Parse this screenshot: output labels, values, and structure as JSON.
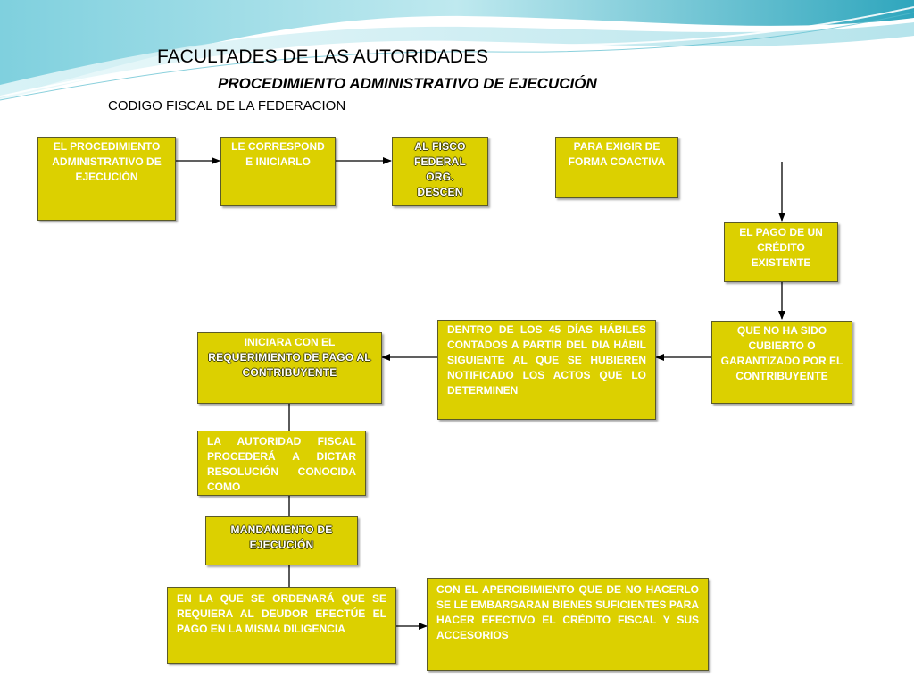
{
  "title": "FACULTADES DE LAS AUTORIDADES",
  "subtitle": "PROCEDIMIENTO ADMINISTRATIVO DE EJECUCIÓN",
  "source": "CODIGO FISCAL DE LA FEDERACION",
  "nodes": {
    "procedimiento": "EL PROCEDIMIENTO ADMINISTRATIVO DE EJECUCIÓN",
    "corresponde": "LE CORRESPOND E INICIARLO",
    "fisco": "AL FISCO FEDERAL ORG. DESCEN",
    "exigir": "PARA EXIGIR DE FORMA COACTIVA",
    "pago_credito": "EL PAGO DE UN CRÉDITO EXISTENTE",
    "no_cubierto": "QUE NO HA SIDO CUBIERTO O GARANTIZADO POR EL CONTRIBUYENTE",
    "dentro_45": "DENTRO DE LOS 45 DÍAS HÁBILES CONTADOS A PARTIR DEL DIA HÁBIL SIGUIENTE AL QUE SE HUBIEREN NOTIFICADO LOS ACTOS QUE LO DETERMINEN",
    "iniciara_prefix": "INICIARA CON EL",
    "iniciara_emphasis": "REQUERIMIENTO DE PAGO AL CONTRIBUYENTE",
    "autoridad": "LA AUTORIDAD FISCAL PROCEDERÁ A DICTAR RESOLUCIÓN CONOCIDA COMO",
    "mandamiento": "MANDAMIENTO DE EJECUCIÓN",
    "ordenara": "EN LA QUE SE ORDENARÁ QUE SE REQUIERA AL DEUDOR EFECTÚE EL PAGO EN LA MISMA DILIGENCIA",
    "apercibimiento": "CON EL APERCIBIMIENTO QUE DE NO HACERLO SE LE EMBARGARAN BIENES SUFICIENTES PARA HACER EFECTIVO EL CRÉDITO FISCAL Y SUS ACCESORIOS"
  },
  "colors": {
    "box_fill": "#dcd000",
    "box_text": "#ffffff",
    "wave_light": "#cfeef3",
    "wave_dark": "#3fb0c4"
  }
}
